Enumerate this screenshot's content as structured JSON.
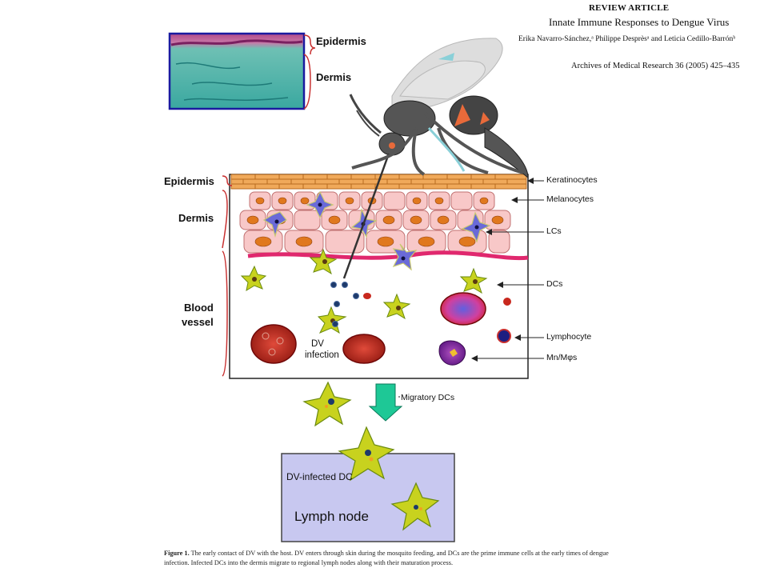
{
  "header": {
    "kind": "REVIEW ARTICLE",
    "title": "Innate Immune Responses to Dengue Virus",
    "authors": "Erika Navarro-Sánchez,ᵃ Philippe Desprèsᵃ and Leticia Cedillo-Barrónᵇ",
    "journal": "Archives of Medical Research 36 (2005) 425–435"
  },
  "micrograph": {
    "epidermis_label": "Epidermis",
    "dermis_label": "Dermis"
  },
  "diagram": {
    "left_labels": {
      "epidermis": "Epidermis",
      "dermis": "Dermis",
      "blood_vessel_line1": "Blood",
      "blood_vessel_line2": "vessel"
    },
    "right_labels": {
      "keratinocytes": "Keratinocytes",
      "melanocytes": "Melanocytes",
      "lcs": "LCs",
      "dcs": "DCs",
      "lymphocyte": "Lymphocyte",
      "mn_mos": "Mn/Mφs"
    },
    "dv_infection_line1": "DV",
    "dv_infection_line2": "infection",
    "migratory_dcs": "Migratory DCs",
    "dv_infected_dc": "DV-infected DC",
    "lymph_node": "Lymph node",
    "colors": {
      "keratinocyte": "#f0a95a",
      "melanocyte_cell": "#f8c8c8",
      "nucleus": "#e0781e",
      "dc": "#c8d21e",
      "lc": "#6a6ad8",
      "rbc": "#c8281e",
      "vessel_wall": "#e0286e",
      "arrow": "#1ec896",
      "lymph_node_fill": "#c8c8f0"
    }
  },
  "caption": {
    "label": "Figure 1.",
    "text": "The early contact of DV with the host. DV enters through skin during the mosquito feeding, and DCs are the prime immune cells at the early times of dengue infection. Infected DCs into the dermis migrate to regional lymph nodes along with their maturation process."
  }
}
